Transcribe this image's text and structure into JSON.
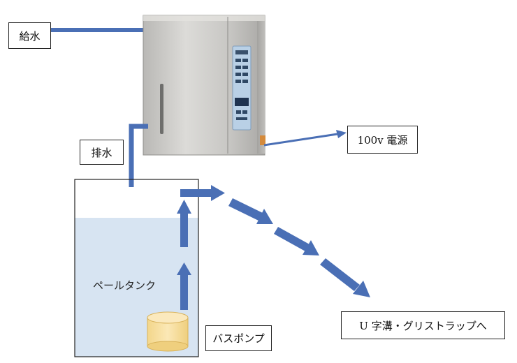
{
  "labels": {
    "water_supply": "給水",
    "drain": "排水",
    "power": "100v 電源",
    "pail_tank": "ペールタンク",
    "bath_pump": "バスポンプ",
    "destination": "U 字溝・グリストラップへ"
  },
  "colors": {
    "arrow_blue": "#4a6fb5",
    "tank_water": "#d7e4f2",
    "pump_fill": "#f6dfa0",
    "pump_stroke": "#d8b25a",
    "device_body": "#c9c8c5"
  }
}
